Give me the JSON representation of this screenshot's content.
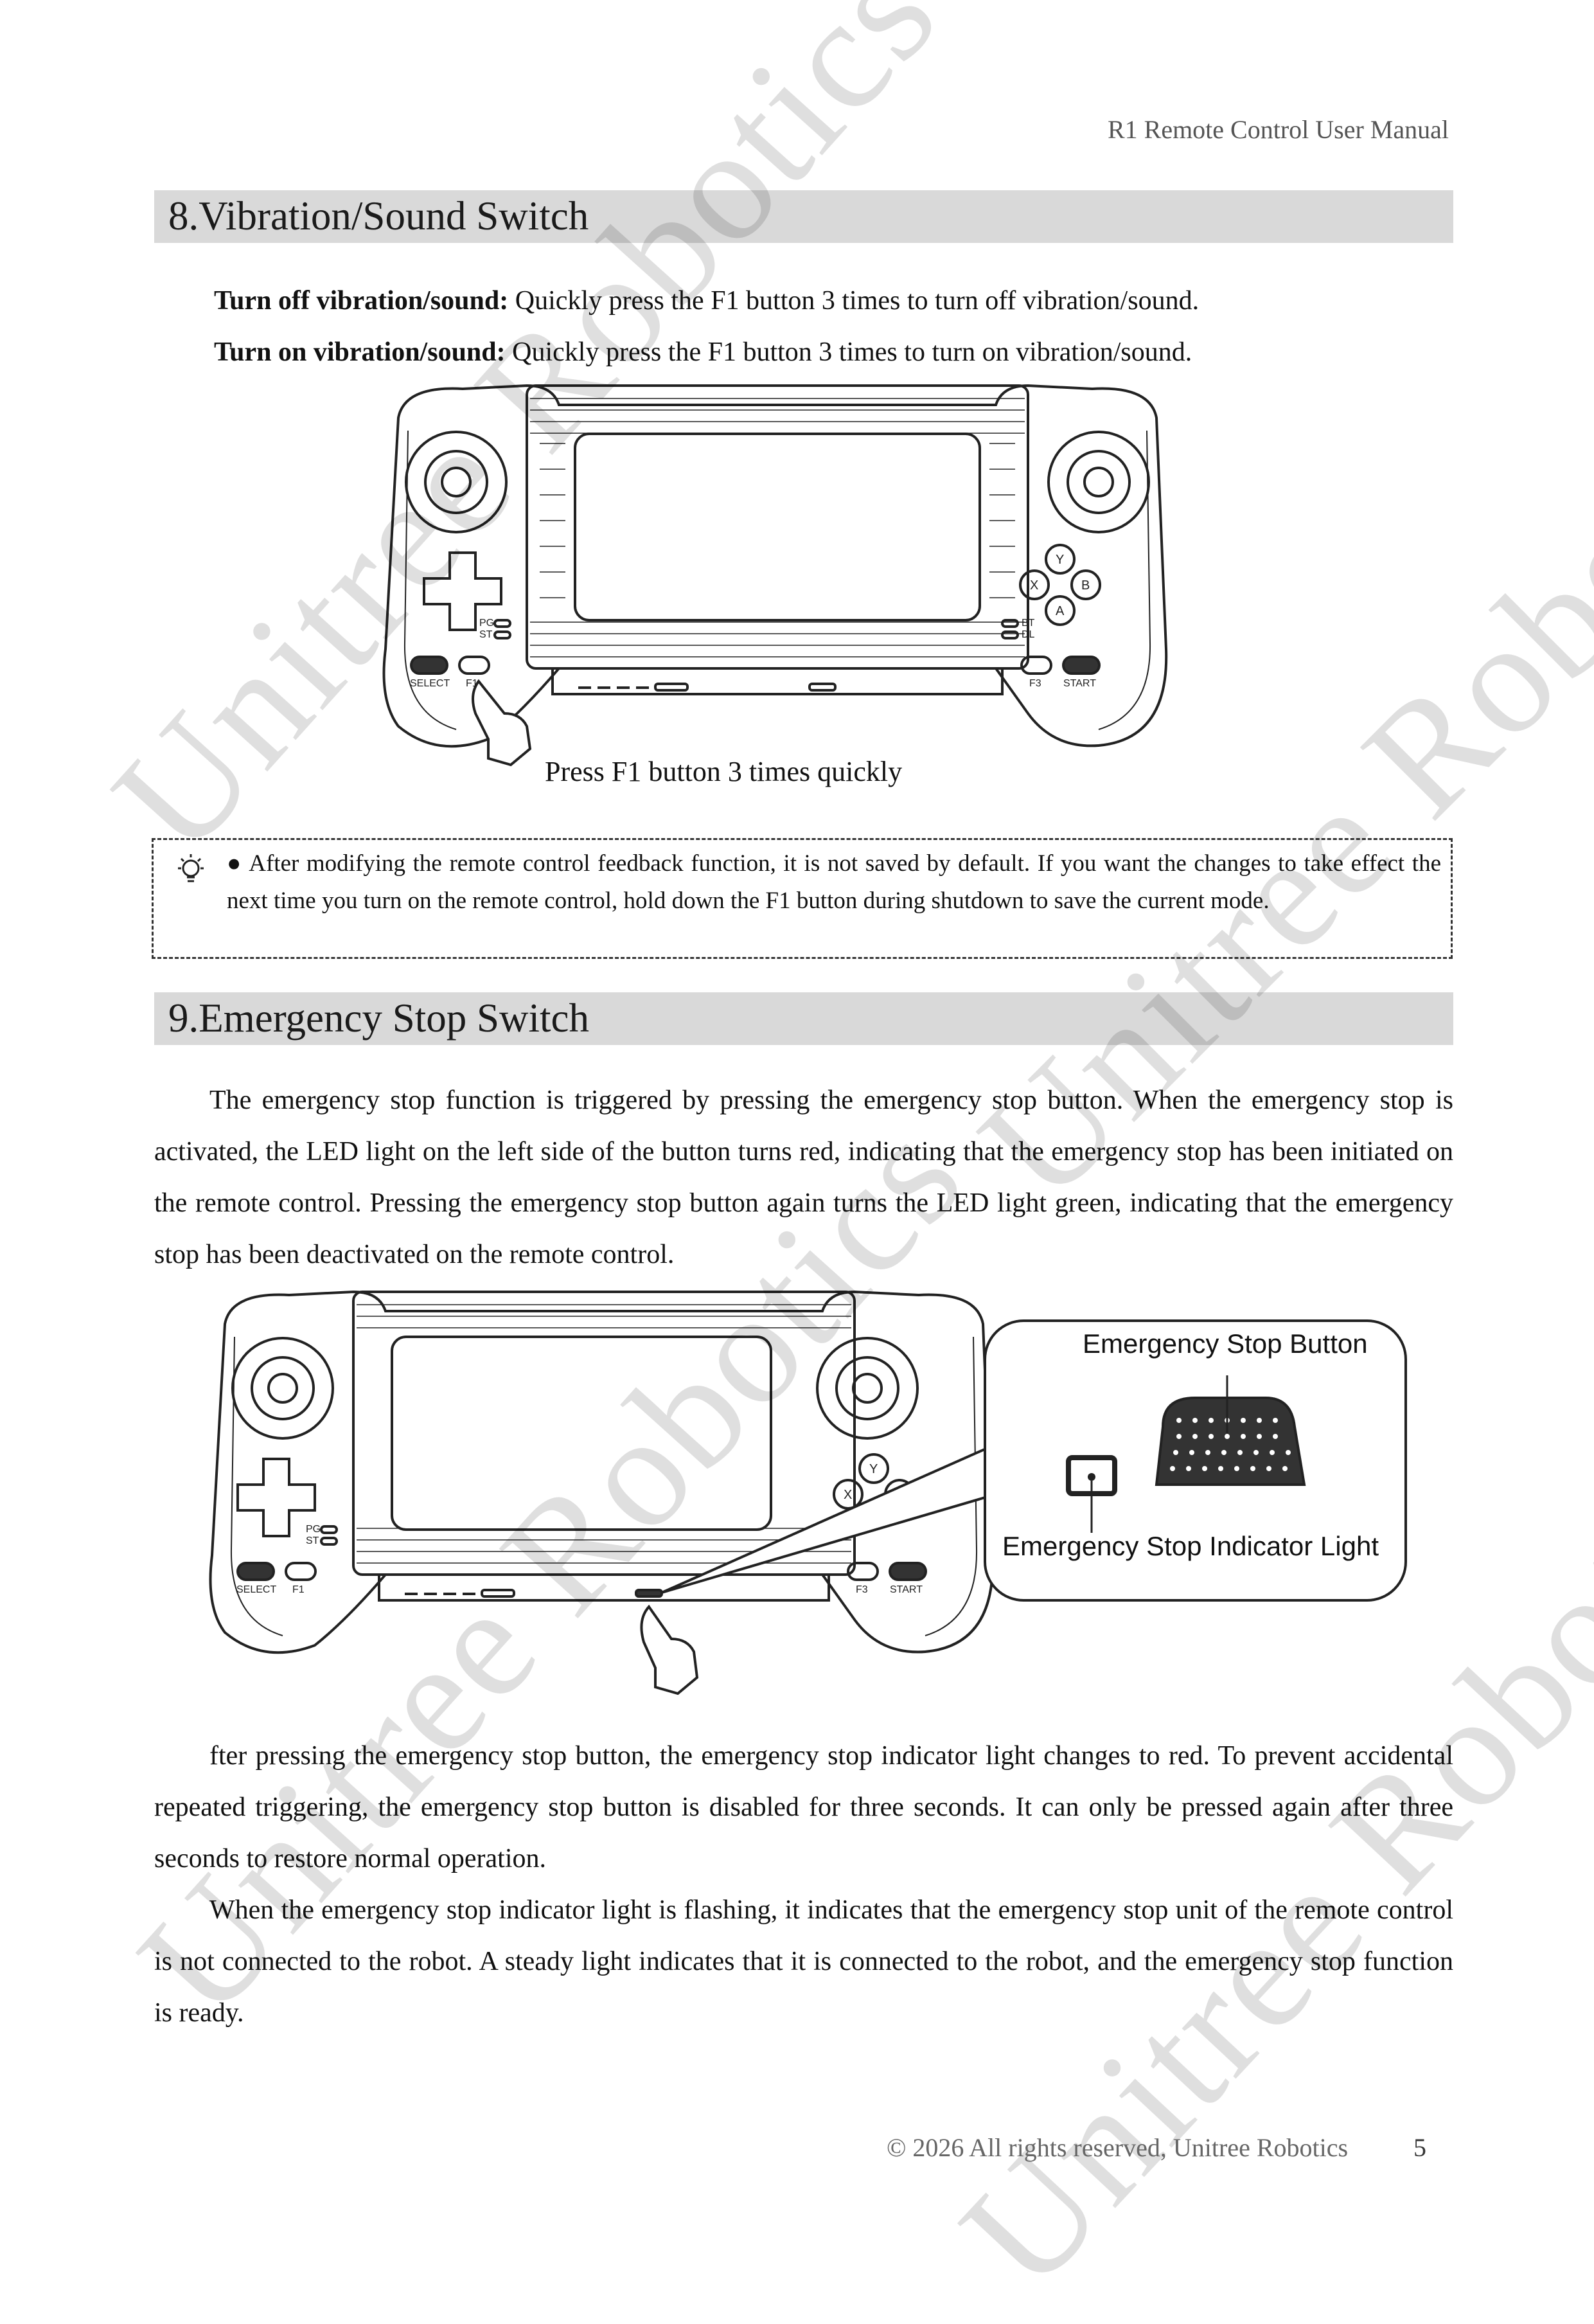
{
  "header": {
    "title": "R1 Remote Control User Manual"
  },
  "section8": {
    "heading": "8.Vibration/Sound Switch",
    "off_label": "Turn off vibration/sound:",
    "off_text": " Quickly press the F1 button 3 times to turn off vibration/sound.",
    "on_label": "Turn on vibration/sound:",
    "on_text": " Quickly press the F1 button 3 times to turn on vibration/sound.",
    "figure_caption": "Press F1 button 3 times quickly",
    "note": "● After modifying the remote control feedback function, it is not saved by default. If you want the changes to take effect the next time you turn on the remote control, hold down the F1 button during shutdown to save the current mode."
  },
  "section9": {
    "heading": "9.Emergency Stop Switch",
    "para1": "The emergency stop function is triggered by pressing the emergency stop button. When the emergency stop is activated, the LED light on the left side of the button turns red, indicating that the emergency stop has been initiated on the remote control. Pressing the emergency stop button again turns the LED light green, indicating that the emergency stop has been deactivated on the remote control.",
    "callout_button_label": "Emergency Stop Button",
    "callout_indicator_label": "Emergency Stop Indicator Light",
    "para2": "fter pressing the emergency stop button, the emergency stop indicator light changes to red. To prevent accidental repeated triggering, the emergency stop button is disabled for three seconds. It can only be pressed again after three seconds to restore normal operation.",
    "para3": "When the emergency stop indicator light is flashing, it indicates that the emergency stop unit of the remote control is not connected to the robot. A steady light indicates that it is connected to the robot, and the emergency stop function is ready."
  },
  "controller_labels": {
    "pg": "PG",
    "st": "ST",
    "bt": "BT",
    "dl": "DL",
    "select": "SELECT",
    "f1": "F1",
    "f3": "F3",
    "start": "START",
    "x": "X",
    "y": "Y",
    "a": "A",
    "b": "B"
  },
  "watermark": "Unitree Robotics",
  "footer": {
    "copyright": "© 2026 All rights reserved, Unitree Robotics",
    "page_number": "5"
  }
}
